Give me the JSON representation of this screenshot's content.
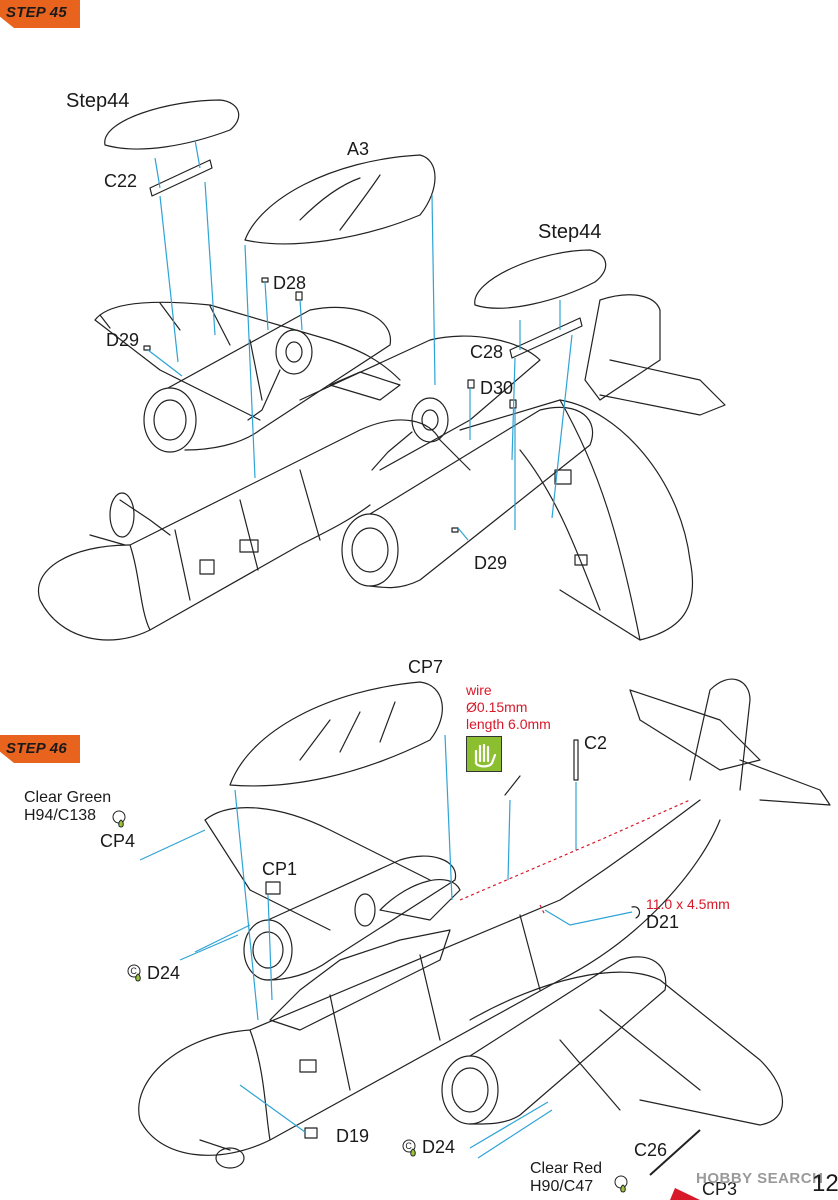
{
  "steps": [
    {
      "label": "STEP 45"
    },
    {
      "label": "STEP 46"
    }
  ],
  "step45": {
    "labels": {
      "step44_left": "Step44",
      "step44_right": "Step44",
      "a3": "A3",
      "c22": "C22",
      "c28": "C28",
      "d28": "D28",
      "d29_left": "D29",
      "d29_right": "D29",
      "d30": "D30"
    }
  },
  "step46": {
    "labels": {
      "cp7": "CP7",
      "c2": "C2",
      "cp1": "CP1",
      "cp4": "CP4",
      "d24_left": "D24",
      "d24_right": "D24",
      "d21": "D21",
      "d19": "D19",
      "c26": "C26",
      "cp3": "CP3"
    },
    "wire": {
      "title": "wire",
      "diameter": "Ø0.15mm",
      "length": "length 6.0mm"
    },
    "dimension": "11.0 x 4.5mm",
    "clear_green": {
      "name": "Clear Green",
      "code": "H94/C138"
    },
    "clear_red": {
      "name": "Clear Red",
      "code": "H90/C47"
    },
    "c_marker": "C"
  },
  "page_number": "12",
  "watermark": "HOBBY SEARCH",
  "colors": {
    "step_badge": "#e8641e",
    "guide_line": "#2ea3d6",
    "annotation_red": "#d8192a",
    "hand_icon_bg": "#8cbf2f",
    "green_drop": "#9cc43a",
    "red_drop": "#d8192a"
  }
}
